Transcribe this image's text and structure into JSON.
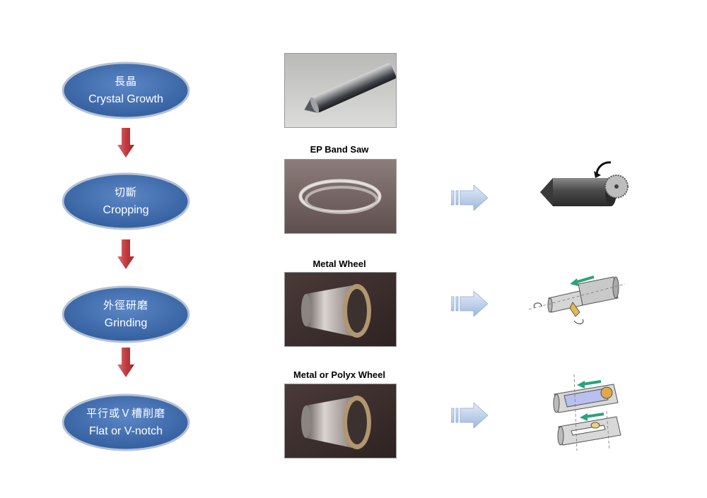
{
  "steps": [
    {
      "cn": "長晶",
      "en": "Crystal Growth"
    },
    {
      "cn": "切斷",
      "en": "Cropping"
    },
    {
      "cn": "外徑研磨",
      "en": "Grinding"
    },
    {
      "cn": "平行或Ｖ槽削磨",
      "en": "Flat or V-notch"
    }
  ],
  "tools": [
    {
      "caption": "EP Band Saw"
    },
    {
      "caption": "Metal Wheel"
    },
    {
      "caption": "Metal or Polyx Wheel"
    }
  ],
  "colors": {
    "ellipse": "#3f6fb0",
    "ellipse_edge": "#a9b8cf",
    "down_arrow": "#c8474b",
    "right_arrow": "#bcd0ea"
  }
}
